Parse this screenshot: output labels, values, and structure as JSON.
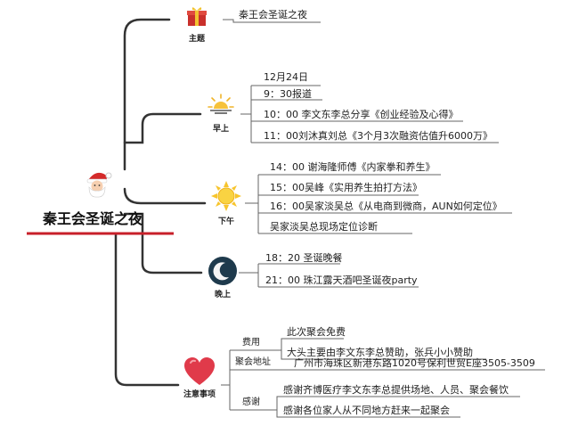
{
  "root": {
    "title": "秦王会圣诞之夜",
    "icon": "santa-icon"
  },
  "branches": {
    "theme": {
      "label": "主题",
      "icon": "gift-icon",
      "items": [
        "秦王会圣诞之夜"
      ]
    },
    "morning": {
      "label": "早上",
      "icon": "sunrise-icon",
      "items": [
        "12月24日",
        "9：30报道",
        "10：00 李文东李总分享《创业经验及心得》",
        "11：00刘沐真刘总《3个月3次融资估值升6000万》"
      ]
    },
    "afternoon": {
      "label": "下午",
      "icon": "sun-icon",
      "items": [
        "14：00 谢海隆师傅《内家拳和养生》",
        "15：00吴峰《实用养生拍打方法》",
        "16：00吴家淡吴总《从电商到微商，AUN如何定位》",
        "吴家淡吴总现场定位诊断"
      ]
    },
    "evening": {
      "label": "晚上",
      "icon": "moon-icon",
      "items": [
        "18：20 圣诞晚餐",
        "21：00 珠江露天酒吧圣诞夜party"
      ]
    },
    "notes": {
      "label": "注意事项",
      "icon": "heart-icon",
      "groups": [
        {
          "label": "费用",
          "items": [
            "此次聚会免费",
            "大头主要由李文东李总赞助，张兵小小赞助"
          ]
        },
        {
          "label": "聚会地址",
          "items": [
            "广州市海珠区新港东路1020号保利世贸E座3505-3509"
          ]
        },
        {
          "label": "感谢",
          "items": [
            "感谢齐博医疗李文东李总提供场地、人员、聚会餐饮",
            "感谢各位家人从不同地方赶来一起聚会"
          ]
        }
      ]
    }
  },
  "colors": {
    "root_underline": "#c8202a",
    "trunk": "#333333",
    "leaf_line": "#666666"
  }
}
